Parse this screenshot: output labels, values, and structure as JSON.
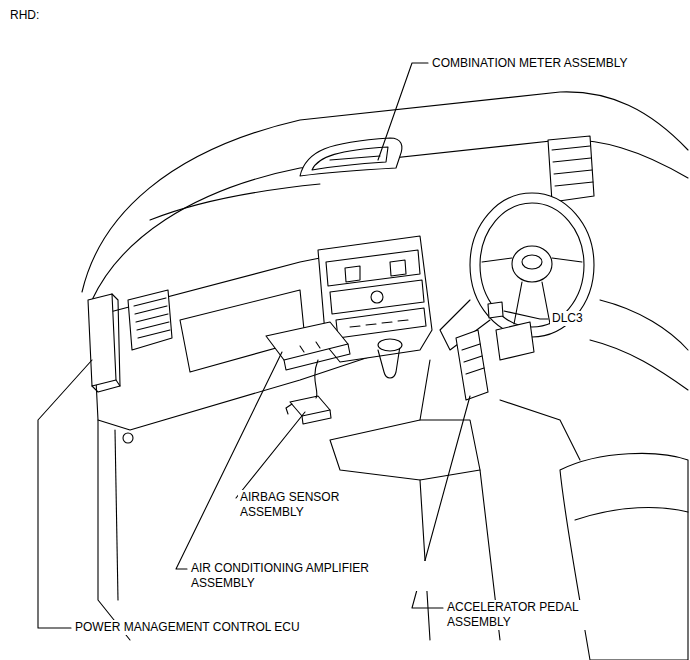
{
  "diagram": {
    "title": "RHD:",
    "labels": [
      "COMBINATION METER ASSEMBLY",
      "DLC3",
      "AIRBAG SENSOR ASSEMBLY",
      "AIR CONDITIONING AMPLIFIER ASSEMBLY",
      "ACCELERATOR PEDAL ASSEMBLY",
      "POWER MANAGEMENT CONTROL ECU"
    ]
  }
}
